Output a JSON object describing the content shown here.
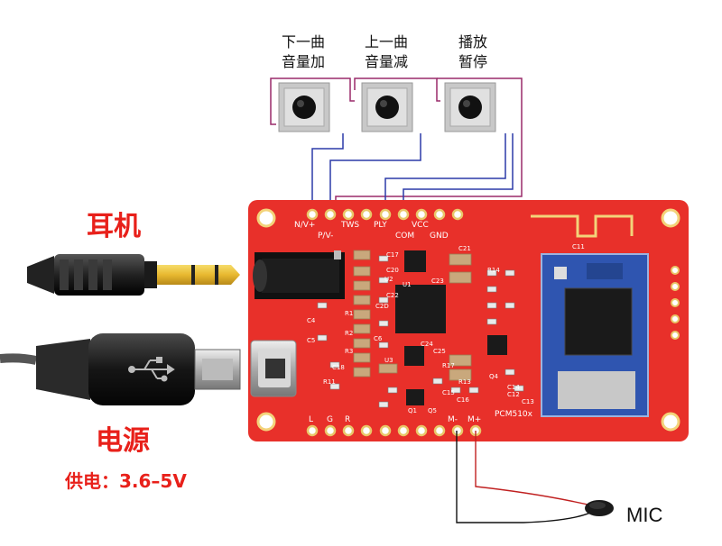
{
  "buttons": [
    {
      "line1": "下一曲",
      "line2": "音量加"
    },
    {
      "line1": "上一曲",
      "line2": "音量减"
    },
    {
      "line1": "播放",
      "line2": "暂停"
    }
  ],
  "labels": {
    "earphone": "耳机",
    "power": "电源",
    "power_spec": "供电：3.6–5V",
    "mic": "MIC"
  },
  "pcb": {
    "top_pins": [
      "N/V+",
      "P/V-",
      "TWS",
      "PLY",
      "COM",
      "VCC",
      "GND"
    ],
    "bottom_pins": [
      "L",
      "G",
      "R",
      "M-",
      "M+"
    ],
    "model": "PCM510x",
    "components": [
      "C17",
      "C20",
      "C21",
      "C22",
      "C23",
      "C24",
      "C25",
      "C4",
      "C5",
      "C18",
      "C11",
      "C12",
      "C13",
      "C14",
      "C15",
      "C16",
      "R1",
      "R2",
      "R3",
      "R11",
      "R13",
      "R14",
      "R17",
      "U1",
      "U2",
      "U3",
      "Q1",
      "Q4",
      "Q5",
      "C6",
      "C2D"
    ]
  },
  "colors": {
    "pcb_red": "#e8302a",
    "wire_blue": "#2b3aa8",
    "wire_purple": "#9a2a6a",
    "label_red": "#e8201a"
  }
}
